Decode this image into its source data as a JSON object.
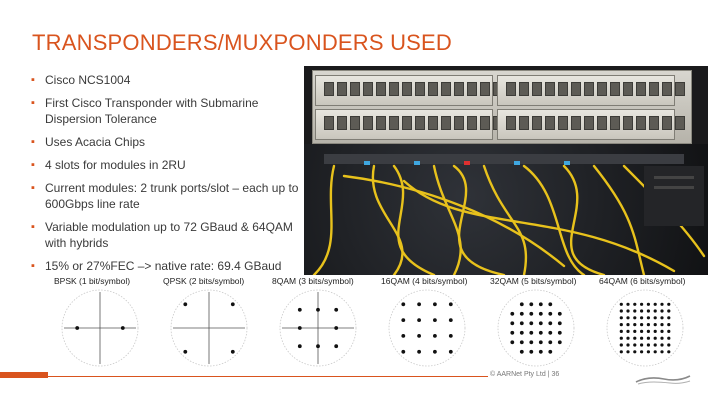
{
  "slide": {
    "title": "TRANSPONDERS/MUXPONDERS USED",
    "bullets": [
      "Cisco NCS1004",
      "First Cisco Transponder with Submarine Dispersion Tolerance",
      "Uses Acacia Chips",
      "4 slots for modules in 2RU",
      "Current modules: 2 trunk ports/slot – each up to 600Gbps line rate",
      "Variable modulation up to 72 GBaud & 64QAM with hybrids",
      "15% or 27%FEC –> native rate: 69.4 GBaud"
    ],
    "bullet_marker": "▪"
  },
  "constellations": [
    {
      "label": "BPSK (1 bit/symbol)",
      "grid": 2,
      "kind": "bpsk"
    },
    {
      "label": "QPSK (2 bits/symbol)",
      "grid": 2,
      "kind": "square"
    },
    {
      "label": "8QAM (3 bits/symbol)",
      "grid": 3,
      "kind": "8qam"
    },
    {
      "label": "16QAM (4 bits/symbol)",
      "grid": 4,
      "kind": "square"
    },
    {
      "label": "32QAM (5 bits/symbol)",
      "grid": 6,
      "kind": "cross"
    },
    {
      "label": "64QAM (6 bits/symbol)",
      "grid": 8,
      "kind": "square"
    }
  ],
  "footer": {
    "copyright": "© AARNet Pty Ltd | 36"
  },
  "colors": {
    "accent": "#d9541e",
    "text": "#3a3a3a"
  }
}
